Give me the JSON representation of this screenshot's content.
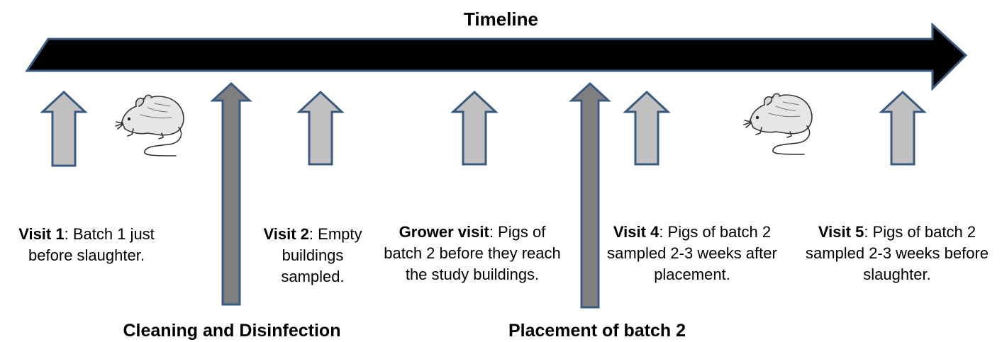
{
  "title": "Timeline",
  "colors": {
    "arrow_fill": "#000000",
    "arrow_stroke": "#3a5a80",
    "visit_arrow_fill": "#c0c0c0",
    "event_arrow_fill": "#7f7f7f"
  },
  "icons": [
    "rat-icon",
    "rat-icon"
  ],
  "visits": [
    {
      "name": "Visit 1",
      "desc": ": Batch 1 just before slaughter."
    },
    {
      "name": "Visit 2",
      "desc": ": Empty buildings sampled."
    },
    {
      "name": "Grower visit",
      "desc": ": Pigs of batch 2 before they reach the study buildings."
    },
    {
      "name": "Visit 4",
      "desc": ": Pigs of batch 2 sampled 2-3 weeks after placement."
    },
    {
      "name": "Visit 5",
      "desc": ": Pigs of batch 2 sampled 2-3 weeks before slaughter."
    }
  ],
  "events": [
    {
      "label": "Cleaning and Disinfection"
    },
    {
      "label": "Placement of batch 2"
    }
  ]
}
